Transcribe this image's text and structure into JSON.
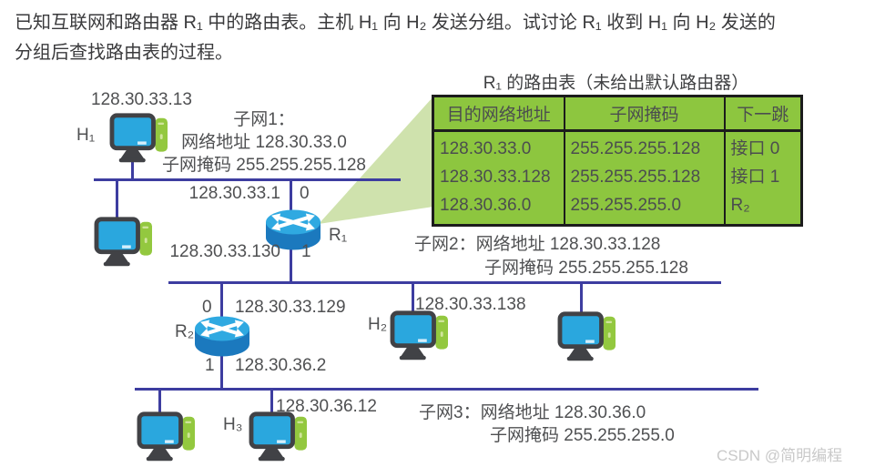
{
  "problem": {
    "line1": "已知互联网和路由器 R₁ 中的路由表。主机 H₁ 向 H₂ 发送分组。试讨论 R₁ 收到 H₁ 向 H₂ 发送的",
    "line2": "分组后查找路由表的过程。"
  },
  "routing_table": {
    "title": "R₁ 的路由表（未给出默认路由器）",
    "headers": [
      "目的网络地址",
      "子网掩码",
      "下一跳"
    ],
    "rows": [
      [
        "128.30.33.0",
        "255.255.255.128",
        "接口 0"
      ],
      [
        "128.30.33.128",
        "255.255.255.128",
        "接口 1"
      ],
      [
        "128.30.36.0",
        "255.255.255.0",
        "R₂"
      ]
    ]
  },
  "subnet1": {
    "title": "子网1：",
    "address_line": "网络地址 128.30.33.0",
    "mask_line": "子网掩码 255.255.255.128",
    "h1": {
      "label": "H₁",
      "ip": "128.30.33.13"
    }
  },
  "subnet2": {
    "line1": "子网2：网络地址 128.30.33.128",
    "line2": "子网掩码 255.255.255.128",
    "h2": {
      "label": "H₂",
      "ip": "128.30.33.138"
    }
  },
  "subnet3": {
    "line1": "子网3：网络地址 128.30.36.0",
    "line2": "子网掩码 255.255.255.0",
    "h3": {
      "label": "H₃",
      "ip": "128.30.36.12"
    }
  },
  "r1": {
    "label": "R₁",
    "if0": {
      "num": "0",
      "ip": "128.30.33.1"
    },
    "if1": {
      "num": "1",
      "ip": "128.30.33.130"
    }
  },
  "r2": {
    "label": "R₂",
    "if0": {
      "num": "0",
      "ip": "128.30.33.129"
    },
    "if1": {
      "num": "1",
      "ip": "128.30.36.2"
    }
  },
  "watermark": "CSDN @简明编程",
  "colors": {
    "table_green": "#8dc63f",
    "line_blue": "#3d3da0",
    "cone_green": "#cfe2ad",
    "monitor_blue": "#2aa7de",
    "tower_green": "#93c83f",
    "router_blue_top": "#2fa9e1",
    "router_blue_body": "#1b79be",
    "text_gray": "#4f5052"
  }
}
